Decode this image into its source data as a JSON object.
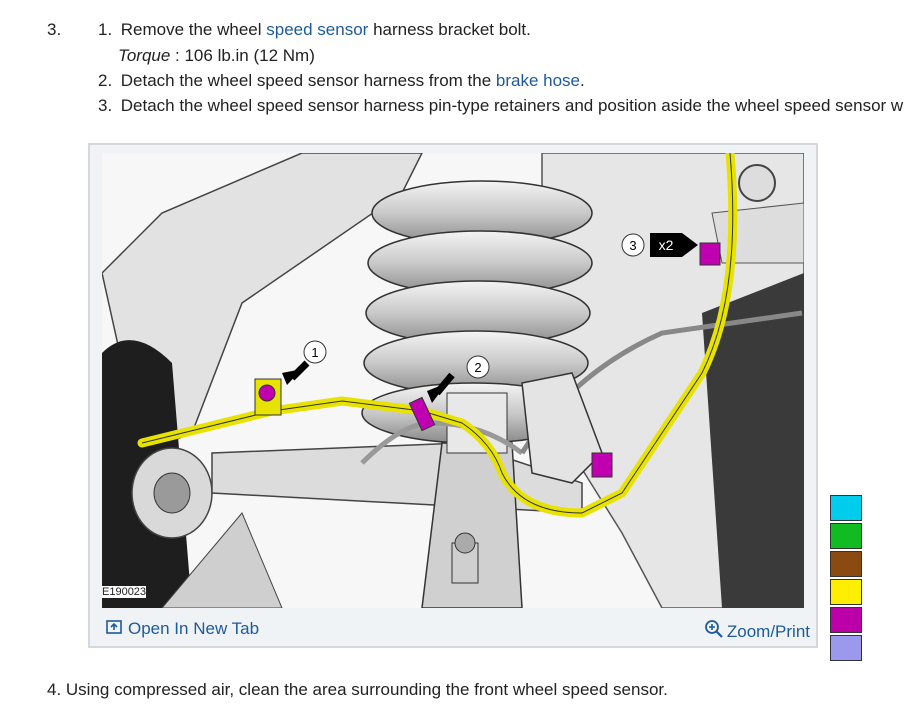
{
  "step": {
    "number": "3."
  },
  "substeps": [
    {
      "num": "1.",
      "pre": "Remove the wheel ",
      "link": "speed sensor",
      "post": " harness bracket bolt."
    },
    {
      "num": "2.",
      "pre": "Detach the wheel speed sensor harness from the ",
      "link": "brake hose",
      "post": "."
    },
    {
      "num": "3.",
      "text": "Detach the wheel speed sensor harness pin-type retainers and position aside the wheel speed sensor w"
    }
  ],
  "torque": {
    "label": "Torque",
    "value": " : 106 lb.in (12 Nm)"
  },
  "figure": {
    "id": "E190023",
    "callouts": [
      "1",
      "2",
      "3"
    ],
    "multiplier": "x2",
    "open_tab": "Open In New Tab",
    "zoom_print": "Zoom/Print"
  },
  "legend_colors": [
    "#00ccee",
    "#11bb22",
    "#8b4a10",
    "#ffee00",
    "#bb00aa",
    "#9a99ee"
  ],
  "next_step": "4. Using compressed air, clean the area surrounding the front wheel speed sensor.",
  "icons": [
    "open-new-tab-icon",
    "zoom-icon"
  ]
}
